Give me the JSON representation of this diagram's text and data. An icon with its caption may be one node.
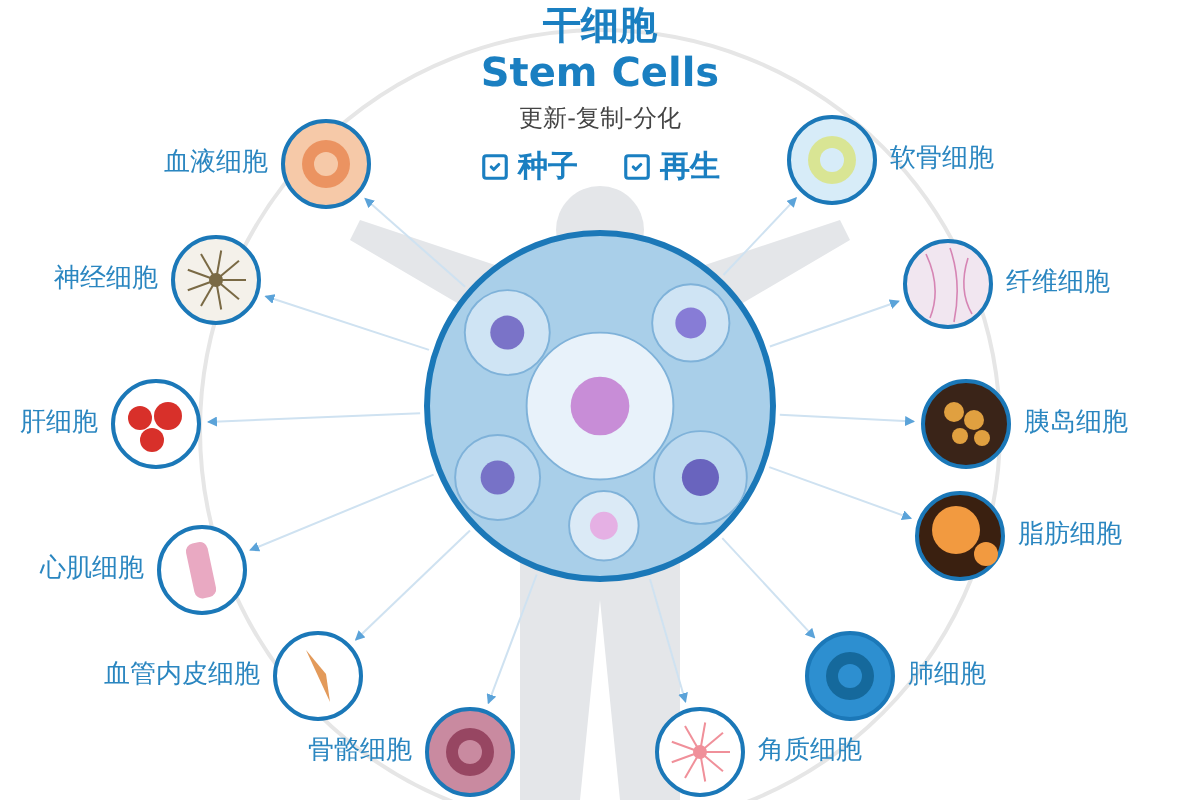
{
  "diagram": {
    "title": "干细胞",
    "nodes": [
      {
        "text": [],
        "shape": "picture"
      },
      {
        "text": [
          "血液细胞"
        ]
      },
      {
        "text": [
          "神经细胞"
        ]
      },
      {
        "text": [
          "肝细胞"
        ]
      },
      {
        "text": [
          "心肌细胞"
        ]
      },
      {
        "text": [
          "血管内皮细胞"
        ]
      },
      {
        "text": [
          "骨骼细胞"
        ]
      },
      {
        "text": [
          "软骨细胞"
        ]
      },
      {
        "text": [
          "纤维细胞"
        ]
      },
      {
        "text": [
          "胰岛细胞"
        ]
      },
      {
        "text": [
          "脂肪细胞"
        ]
      },
      {
        "text": [
          "肺细胞"
        ]
      },
      {
        "text": [
          "角质细胞"
        ]
      }
    ],
    "edges": [
      {
        "from": 0,
        "to": 1,
        "arrow": "to"
      },
      {
        "from": 0,
        "to": 2,
        "arrow": "to"
      },
      {
        "from": 0,
        "to": 3,
        "arrow": "to"
      },
      {
        "from": 0,
        "to": 4,
        "arrow": "to"
      },
      {
        "from": 0,
        "to": 5,
        "arrow": "to"
      },
      {
        "from": 0,
        "to": 6,
        "arrow": "to"
      },
      {
        "from": 0,
        "to": 7,
        "arrow": "to"
      },
      {
        "from": 0,
        "to": 8,
        "arrow": "to"
      },
      {
        "from": 0,
        "to": 9,
        "arrow": "to"
      },
      {
        "from": 0,
        "to": 10,
        "arrow": "to"
      },
      {
        "from": 0,
        "to": 11,
        "arrow": "to"
      },
      {
        "from": 0,
        "to": 12,
        "arrow": "to"
      }
    ],
    "labels": [
      "Stem Cells",
      "更新-复制-分化",
      "种子",
      "再生"
    ]
  }
}
